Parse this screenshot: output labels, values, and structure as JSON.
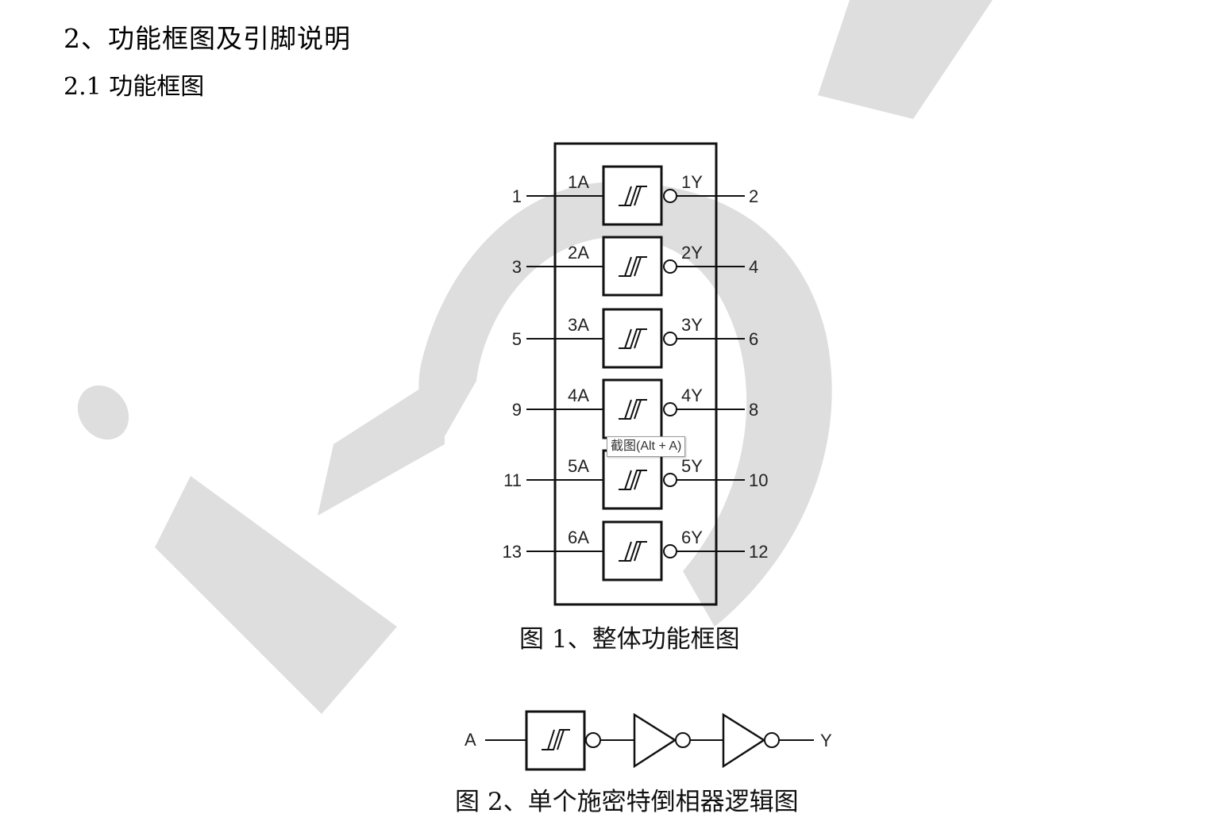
{
  "section": {
    "heading": "2、功能框图及引脚说明",
    "subheading": "2.1 功能框图"
  },
  "figure1": {
    "caption": "图 1、整体功能框图",
    "gates": [
      {
        "in_pin": "1",
        "in_label": "1A",
        "out_label": "1Y",
        "out_pin": "2"
      },
      {
        "in_pin": "3",
        "in_label": "2A",
        "out_label": "2Y",
        "out_pin": "4"
      },
      {
        "in_pin": "5",
        "in_label": "3A",
        "out_label": "3Y",
        "out_pin": "6"
      },
      {
        "in_pin": "9",
        "in_label": "4A",
        "out_label": "4Y",
        "out_pin": "8"
      },
      {
        "in_pin": "11",
        "in_label": "5A",
        "out_label": "5Y",
        "out_pin": "10"
      },
      {
        "in_pin": "13",
        "in_label": "6A",
        "out_label": "6Y",
        "out_pin": "12"
      }
    ]
  },
  "figure2": {
    "caption": "图 2、单个施密特倒相器逻辑图",
    "input_label": "A",
    "output_label": "Y"
  },
  "tooltip": "截图(Alt + A)",
  "colors": {
    "line": "#111111",
    "watermark": "#dcdcdc"
  }
}
